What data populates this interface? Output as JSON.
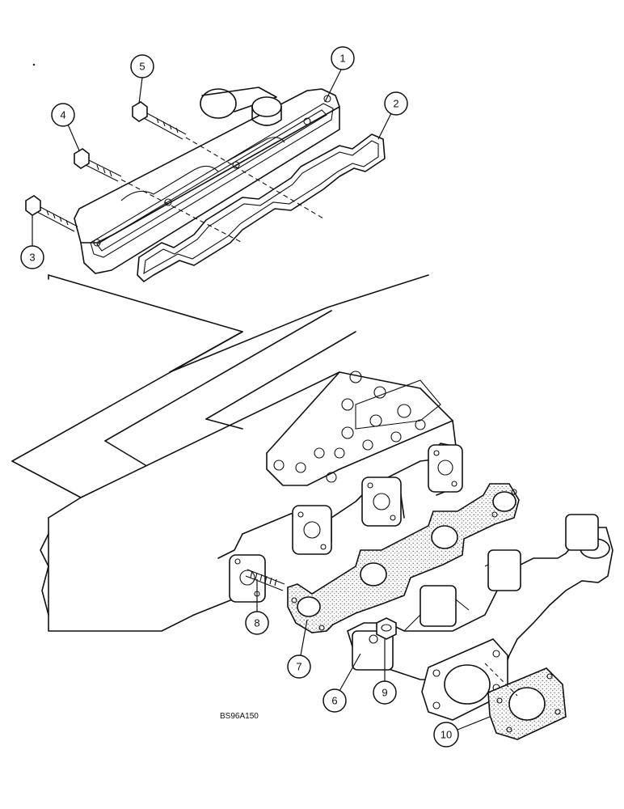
{
  "callouts": {
    "c1": "1",
    "c2": "2",
    "c3": "3",
    "c4": "4",
    "c5": "5",
    "c6": "6",
    "c7": "7",
    "c8": "8",
    "c9": "9",
    "c10": "10"
  },
  "figure_ref": "BS96A150"
}
